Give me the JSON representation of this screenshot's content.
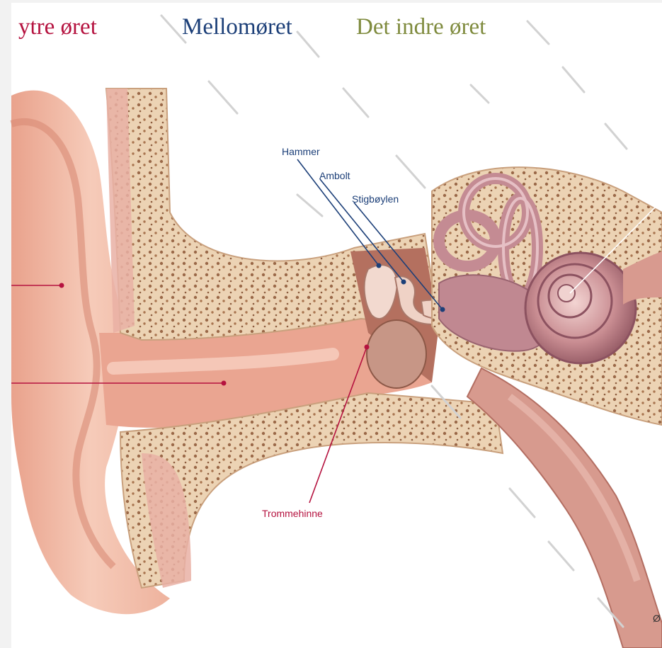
{
  "regions": {
    "outer": "ytre øret",
    "middle": "Mellomøret",
    "inner": "Det indre øret"
  },
  "labels": {
    "hammer": "Hammer",
    "ambolt": "Ambolt",
    "stigboylen": "Stigbøylen",
    "trommehinne": "Trommehinne",
    "cut_off": "Ø"
  },
  "colors": {
    "outer": "#b5123f",
    "middle": "#1c3f78",
    "inner": "#7f8b3e",
    "middle_label": "#1c3f78",
    "outer_label": "#b5123f"
  }
}
